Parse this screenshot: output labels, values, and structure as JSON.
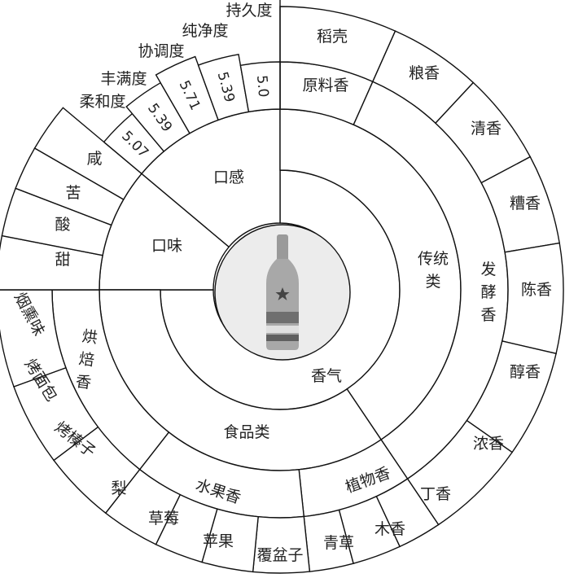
{
  "center": {
    "image": "liquor-bottle"
  },
  "inner": {
    "mouthfeel": "口感",
    "taste": "口味",
    "aroma": "香气"
  },
  "categories": [
    "传统类",
    "食品类"
  ],
  "subcategories": [
    "原料香",
    "发酵香",
    "植物香",
    "水果香",
    "烘焙香"
  ],
  "notes": [
    "稻壳",
    "粮香",
    "清香",
    "糟香",
    "陈香",
    "醇香",
    "浓香",
    "丁香",
    "木香",
    "青草",
    "覆盆子",
    "苹果",
    "草莓",
    "梨",
    "烤榛子",
    "烤面包",
    "烟熏味"
  ],
  "tastes": [
    "甜",
    "酸",
    "苦",
    "咸"
  ],
  "mouthfeel": [
    {
      "label": "柔和度",
      "score": "5.07"
    },
    {
      "label": "丰满度",
      "score": "5.39"
    },
    {
      "label": "协调度",
      "score": "5.71"
    },
    {
      "label": "纯净度",
      "score": "5.39"
    },
    {
      "label": "持久度",
      "score": "5.0"
    }
  ],
  "colors": {
    "line": "#111111",
    "disc": "#ececec",
    "text": "#222222"
  }
}
